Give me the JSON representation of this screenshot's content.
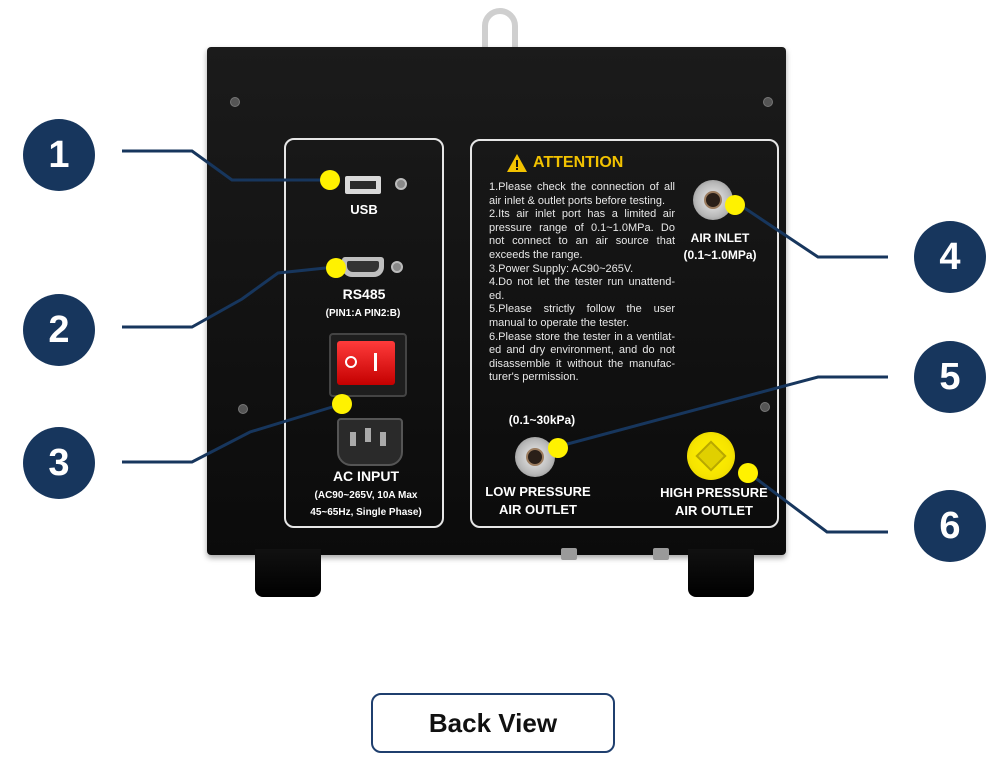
{
  "labels": {
    "usb": "USB",
    "rs485": "RS485",
    "rs485_pins": "(PIN1:A PIN2:B)",
    "ac_input": "AC INPUT",
    "ac_spec_1": "(AC90~265V, 10A Max",
    "ac_spec_2": "45~65Hz, Single Phase)",
    "air_inlet": "AIR INLET",
    "air_inlet_range": "(0.1~1.0MPa)",
    "low_range": "(0.1~30kPa)",
    "low_outlet_1": "LOW PRESSURE",
    "low_outlet_2": "AIR OUTLET",
    "high_outlet_1": "HIGH PRESSURE",
    "high_outlet_2": "AIR OUTLET"
  },
  "attention": {
    "title": "ATTENTION",
    "lines": [
      "1.Please check the connection of all air inlet & outlet ports before testing.",
      "2.Its air inlet port has a limited air pressure range of 0.1~1.0MPa. Do not connect to an air source that exceeds the range.",
      "3.Power Supply: AC90~265V.",
      "4.Do not let the tester run unattend-ed.",
      "5.Please strictly follow the user manual to operate the tester.",
      "6.Please store the tester in a ventilat-ed and dry environment, and do not disassemble it without the manufac-turer's permission."
    ]
  },
  "callouts": [
    "1",
    "2",
    "3",
    "4",
    "5",
    "6"
  ],
  "caption": "Back View",
  "colors": {
    "callout_fill": "#17365d",
    "marker": "#fff200",
    "attention_title": "#f2c200",
    "switch": "#e01010"
  }
}
